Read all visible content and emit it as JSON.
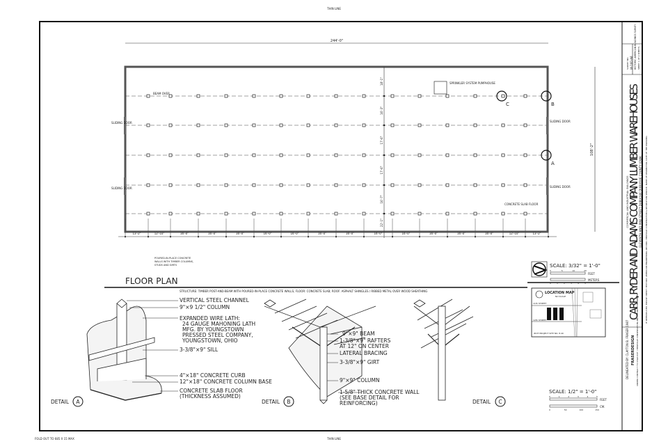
{
  "sheet": {
    "top_label": "THIN LINE",
    "bottom_label": "THIN LINE",
    "bottom_left_note": "FOLD OUT TO 685 X 15 MAX"
  },
  "plan": {
    "title": "FLOOR PLAN",
    "overall_width": "244'-0\"",
    "overall_depth": "108'-2\"",
    "bay_dims": [
      "13'-2\"",
      "12'-10\"",
      "16'-0\"",
      "16'-0\"",
      "16'-0\"",
      "16'-0\"",
      "16'-0\"",
      "16'-0\"",
      "16'-0\"",
      "16'-0\"",
      "16'-0\"",
      "16'-0\"",
      "16'-0\"",
      "16'-0\"",
      "12'-10\"",
      "13'-2\""
    ],
    "row_dims": [
      "18'-1\"",
      "16'-3\"",
      "17'-6\"",
      "17'-6\"",
      "16'-7\"",
      "22'-1\""
    ],
    "labels": {
      "beam_over": "BEAM OVER",
      "sliding_door": "SLIDING DOOR",
      "pumphouse": "SPRINKLER SYSTEM PUMPHOUSE",
      "slab": "CONCRETE SLAB FLOOR",
      "walls_note": [
        "POURED-IN-PLACE CONCRETE",
        "WALLS WITH TIMBER COLUMNS,",
        "STUDS AND GIRTS"
      ]
    },
    "callouts": [
      "A",
      "B",
      "C"
    ]
  },
  "structure_note": "STRUCTURE: TIMBER POST-AND-BEAM WITH POURED-IN-PLACE CONCRETE WALLS;  FLOOR: CONCRETE SLAB;  ROOF: ASPHALT SHINGLES / RIBBED METAL OVER WOOD SHEATHING",
  "scale_plan": {
    "label": "SCALE: 3/32\" = 1'-0\"",
    "feet": "FEET",
    "meters": "METERS",
    "feet_ticks": [
      "0",
      "5",
      "10",
      "20"
    ],
    "meter_ticks": [
      "0",
      "1",
      "2",
      "3",
      "4",
      "5"
    ]
  },
  "scale_detail": {
    "label": "SCALE: 1/2\" = 1'-0\"",
    "feet": "FEET",
    "cm": "CM.",
    "feet_ticks": [
      "0",
      "1",
      "2",
      "3",
      "4",
      "5"
    ],
    "cm_ticks": [
      "0",
      "50",
      "100",
      "150"
    ]
  },
  "location_map": {
    "title": "LOCATION MAP",
    "subtitle": "NO SCALE",
    "street1": "11th STREET",
    "street2": "12th STREET",
    "site": "IDOT PROJECT SITE NO. 8.40"
  },
  "detail_a": {
    "label": "DETAIL",
    "letter": "A",
    "notes": [
      "VERTICAL STEEL CHANNEL",
      "9\"×9 1/2\" COLUMN",
      "EXPANDED WIRE LATH:",
      "24 GAUGE MAHONING LATH",
      "MFG. BY YOUNGSTOWN",
      "PRESSED STEEL COMPANY,",
      "YOUNGSTOWN, OHIO",
      "3-3/8\"×9\" SILL",
      "4\"×18\" CONCRETE CURB",
      "12\"×18\" CONCRETE COLUMN BASE",
      "CONCRETE SLAB FLOOR",
      "(THICKNESS ASSUMED)"
    ]
  },
  "detail_b": {
    "label": "DETAIL",
    "letter": "B",
    "notes": [
      "9\"×9\" BEAM",
      "1-3/8\"×9\" RAFTERS",
      "AT 12\" ON CENTER",
      "LATERAL BRACING",
      "3-3/8\"×9\" GIRT",
      "9\"×9\" COLUMN",
      "1-5/8\" THICK CONCRETE WALL",
      "(SEE BASE DETAIL FOR",
      "REINFORCING)"
    ]
  },
  "detail_c": {
    "label": "DETAIL",
    "letter": "C"
  },
  "title_block": {
    "delineated": "DELINEATED BY:  CLAYTON B. FRASER   1987",
    "firm": "FRASERDESIGN",
    "firm_note": "UNDER CONTRACT TO IOWA DOT / HERITAGE CONSERVATION AND RECREATION SERVICE",
    "category": "COMMERCIAL AND INDUSTRIAL BUILDINGS",
    "title": "CARR, RYDER AND ADAMS COMPANY LUMBER WAREHOUSES",
    "location": "ELEVENTH AND PINE STREET     DUBUQUE     DUBUQUE COUNTY     IOWA",
    "survey_no_label": "SURVEY NO.",
    "survey_no": "IA-160-A8",
    "habs": "HISTORIC AMERICAN BUILDINGS SURVEY",
    "sheet": "SHEET 1 OF 2 SHEETS",
    "credit": "IF REPRODUCED, PLEASE CREDIT: HISTORIC AMERICAN ENGINEERING RECORD, HERITAGE CONSERVATION & RECREATION SERVICE, NAME OF DELINEATOR, DATE OF THE DRAWING"
  }
}
